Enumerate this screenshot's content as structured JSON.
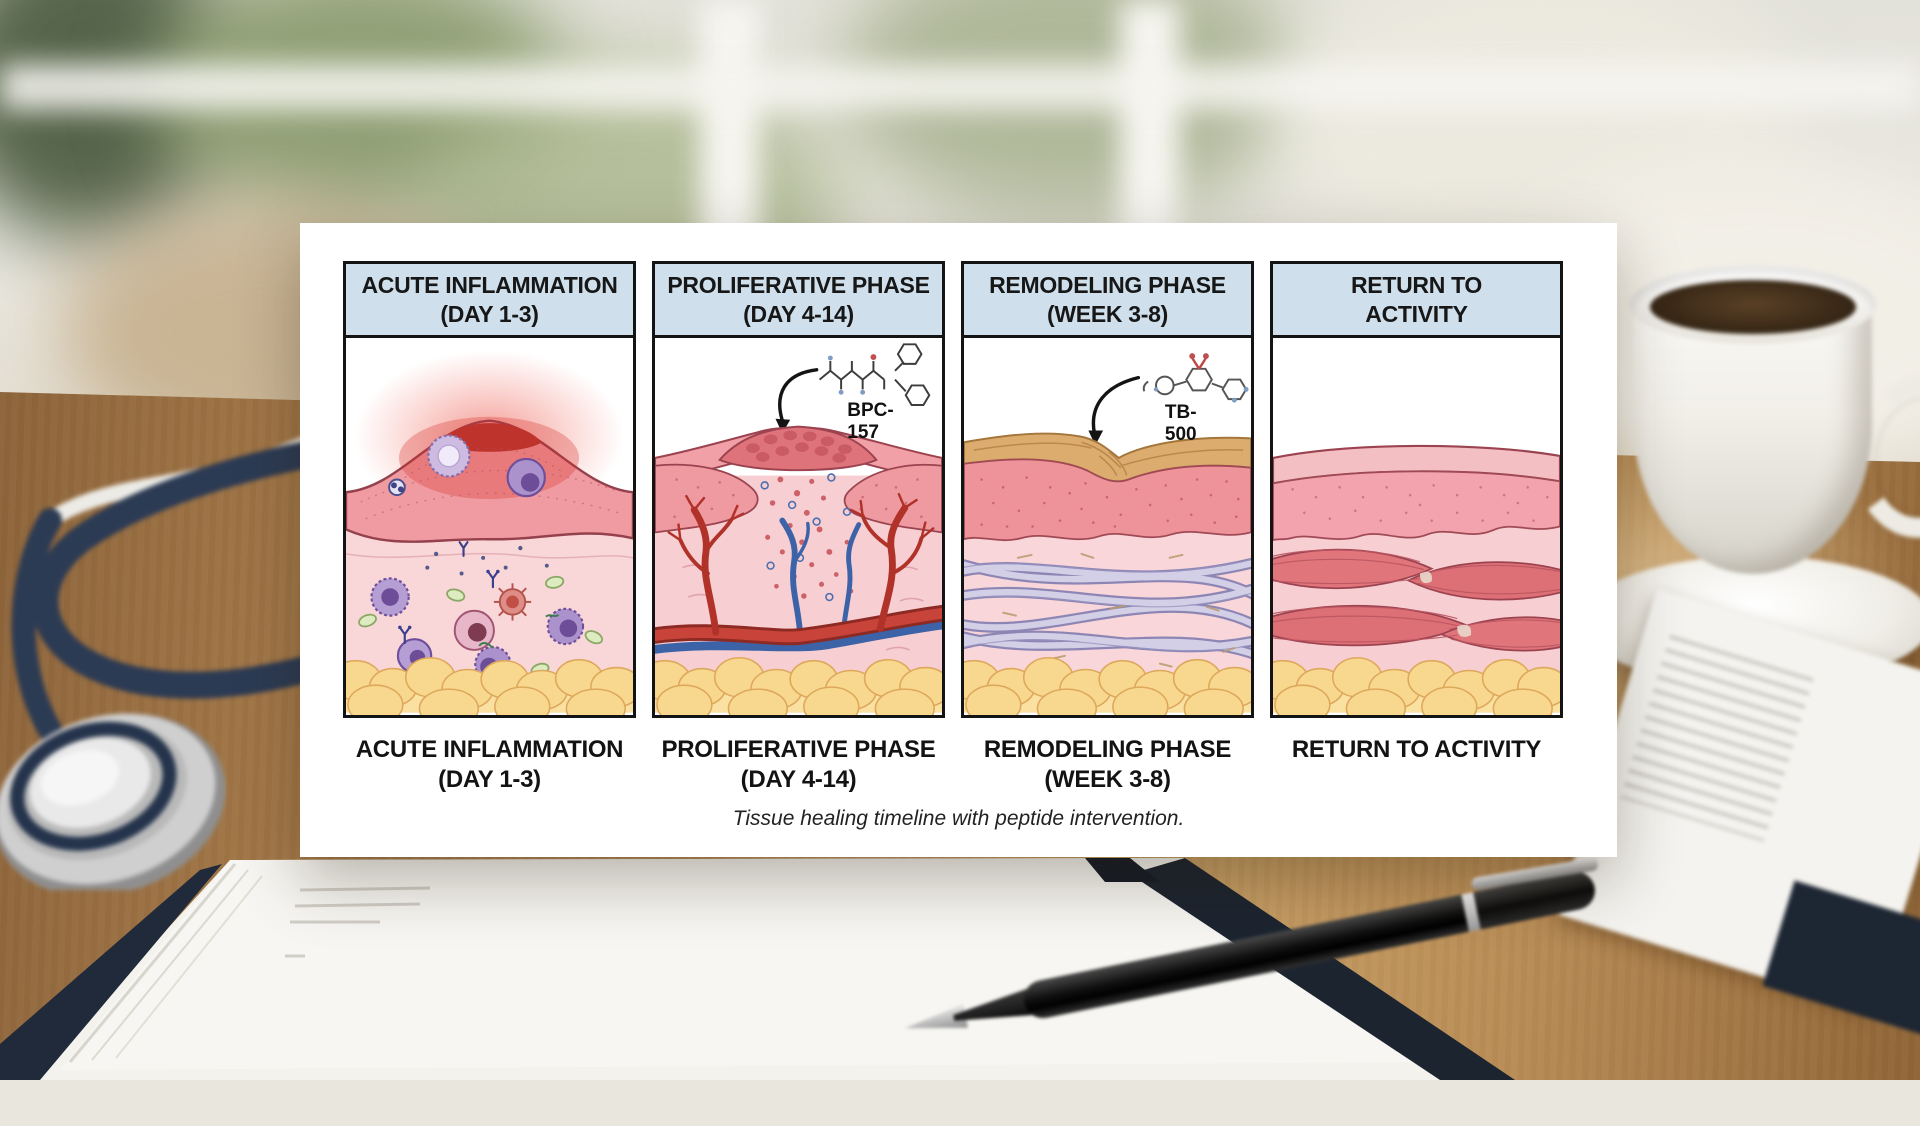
{
  "colors": {
    "card_bg": "#ffffff",
    "panel_header_bg": "#cfe0ec",
    "panel_border": "#141414",
    "text": "#171717"
  },
  "figure": {
    "panels": [
      {
        "header_line1": "ACUTE INFLAMMATION",
        "header_line2": "(DAY 1-3)",
        "caption_line1": "ACUTE INFLAMMATION",
        "caption_line2": "(DAY 1-3)",
        "peptide_label": ""
      },
      {
        "header_line1": "PROLIFERATIVE PHASE",
        "header_line2": "(DAY 4-14)",
        "caption_line1": "PROLIFERATIVE PHASE",
        "caption_line2": "(DAY 4-14)",
        "peptide_label": "BPC-157"
      },
      {
        "header_line1": "REMODELING PHASE",
        "header_line2": "(WEEK 3-8)",
        "caption_line1": "REMODELING PHASE",
        "caption_line2": "(WEEK 3-8)",
        "peptide_label": "TB-500"
      },
      {
        "header_line1": "RETURN TO",
        "header_line2": "ACTIVITY",
        "caption_line1": "RETURN TO ACTIVITY",
        "caption_line2": "",
        "peptide_label": ""
      }
    ],
    "footer_caption": "Tissue healing timeline with peptide intervention."
  }
}
